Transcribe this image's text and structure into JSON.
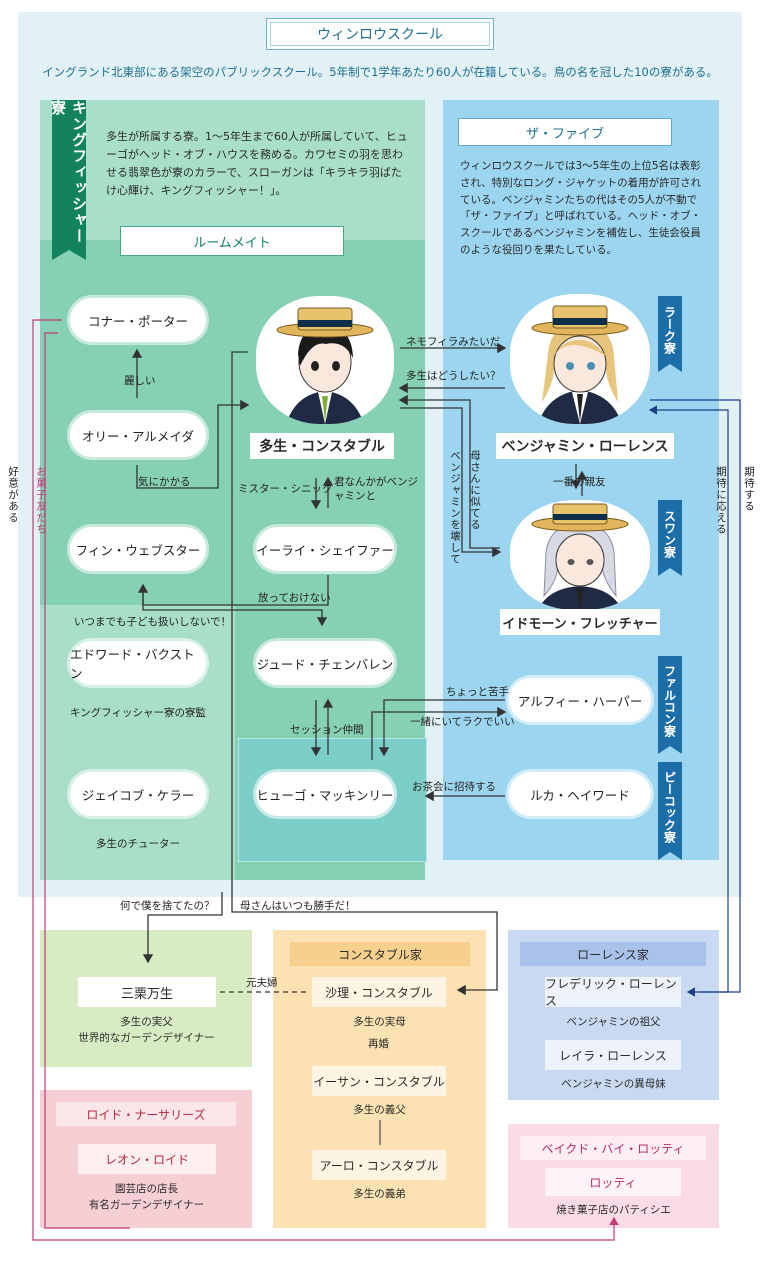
{
  "title": "ウィンロウスクール",
  "intro": "イングランド北東部にある架空のパブリックスクール。5年制で1学年あたり60人が在籍している。鳥の名を冠した10の寮がある。",
  "kingfisher": {
    "banner": "キングフィッシャー寮",
    "description": "多生が所属する寮。1〜5年生まで60人が所属していて、ヒューゴがヘッド・オブ・ハウスを務める。カワセミの羽を思わせる翡翠色が寮のカラーで、スローガンは「キラキラ羽ばたけ心輝け、キングフィッシャー！」。",
    "roommate_label": "ルームメイト"
  },
  "the_five": {
    "title": "ザ・ファイブ",
    "description": "ウィンロウスクールでは3〜5年生の上位5名は表彰され、特別なロング・ジャケットの着用が許可されている。ベンジャミンたちの代はその5人が不動で「ザ・ファイブ」と呼ばれている。ヘッド・オブ・スクールであるベンジャミンを補佐し、生徒会役員のような役回りを果たしている。"
  },
  "characters": {
    "conor": "コナー・ポーター",
    "olly": "オリー・アルメイダ",
    "finn": "フィン・ウェブスター",
    "edward": "エドワード・バクストン",
    "jacob": "ジェイコブ・ケラー",
    "tao": "多生・コンスタブル",
    "eli": "イーライ・シェイファー",
    "jude": "ジュード・チェンバレン",
    "hugo": "ヒューゴ・マッキンリー",
    "benjamin": "ベンジャミン・ローレンス",
    "idmon": "イドモーン・フレッチャー",
    "alfie": "アルフィー・ハーパー",
    "luca": "ルカ・ヘイワード"
  },
  "captions": {
    "edward_role": "キングフィッシャー寮の寮監",
    "jacob_role": "多生のチューター"
  },
  "houses": {
    "lark": "ラーク寮",
    "swan": "スワン寮",
    "falcon": "ファルコン寮",
    "peacock": "ピーコック寮"
  },
  "relations": {
    "olly_conor": "麗しい",
    "finn_tao": "気にかかる",
    "tao_eli": "ミスター・シニック",
    "eli_tao": "君なんかがベンジャミンと",
    "jude_finn": "放っておけない",
    "finn_jude": "いつまでも子ども扱いしないで！",
    "jude_hugo": "セッション仲間",
    "tao_benjamin": "ネモフィラみたいだ",
    "benjamin_tao": "多生はどうしたい？",
    "benjamin_idmon": "一番の親友",
    "idmon_mother": "母さんに似てる",
    "idmon_break": "ベンジャミンを壊して",
    "alfie_hugo_a": "ちょっと苦手",
    "alfie_hugo_b": "一緒にいてラクでいい",
    "luca_hugo": "お茶会に招待する",
    "expect": "期待する",
    "meet_expect": "期待に応える",
    "goodwill": "好意がある",
    "snack_friends": "お菓子友だち",
    "why_abandon": "何で僕を捨てたの？",
    "mother_selfish": "母さんはいつも勝手だ！",
    "ex_couple": "元夫婦",
    "remarriage": "再婚"
  },
  "families": {
    "kuri": {
      "name": "三栗万生",
      "role_1": "多生の実父",
      "role_2": "世界的なガーデンデザイナー"
    },
    "constable": {
      "title": "コンスタブル家",
      "saori": "沙理・コンスタブル",
      "saori_role": "多生の実母",
      "ethan": "イーサン・コンスタブル",
      "ethan_role": "多生の義父",
      "arlo": "アーロ・コンスタブル",
      "arlo_role": "多生の義弟"
    },
    "lawrence": {
      "title": "ローレンス家",
      "frederick": "フレデリック・ローレンス",
      "frederick_role": "ベンジャミンの祖父",
      "leila": "レイラ・ローレンス",
      "leila_role": "ベンジャミンの異母妹"
    },
    "lloyd": {
      "title": "ロイド・ナーサリーズ",
      "name": "レオン・ロイド",
      "role_1": "園芸店の店長",
      "role_2": "有名ガーデンデザイナー"
    },
    "baked": {
      "title": "ベイクド・バイ・ロッティ",
      "name": "ロッティ",
      "role": "焼き菓子店のパティシエ"
    }
  },
  "colors": {
    "kingfisher_green": "#12835e",
    "house_blue": "#1d6ea8",
    "relation_pink": "#c43a7a"
  }
}
